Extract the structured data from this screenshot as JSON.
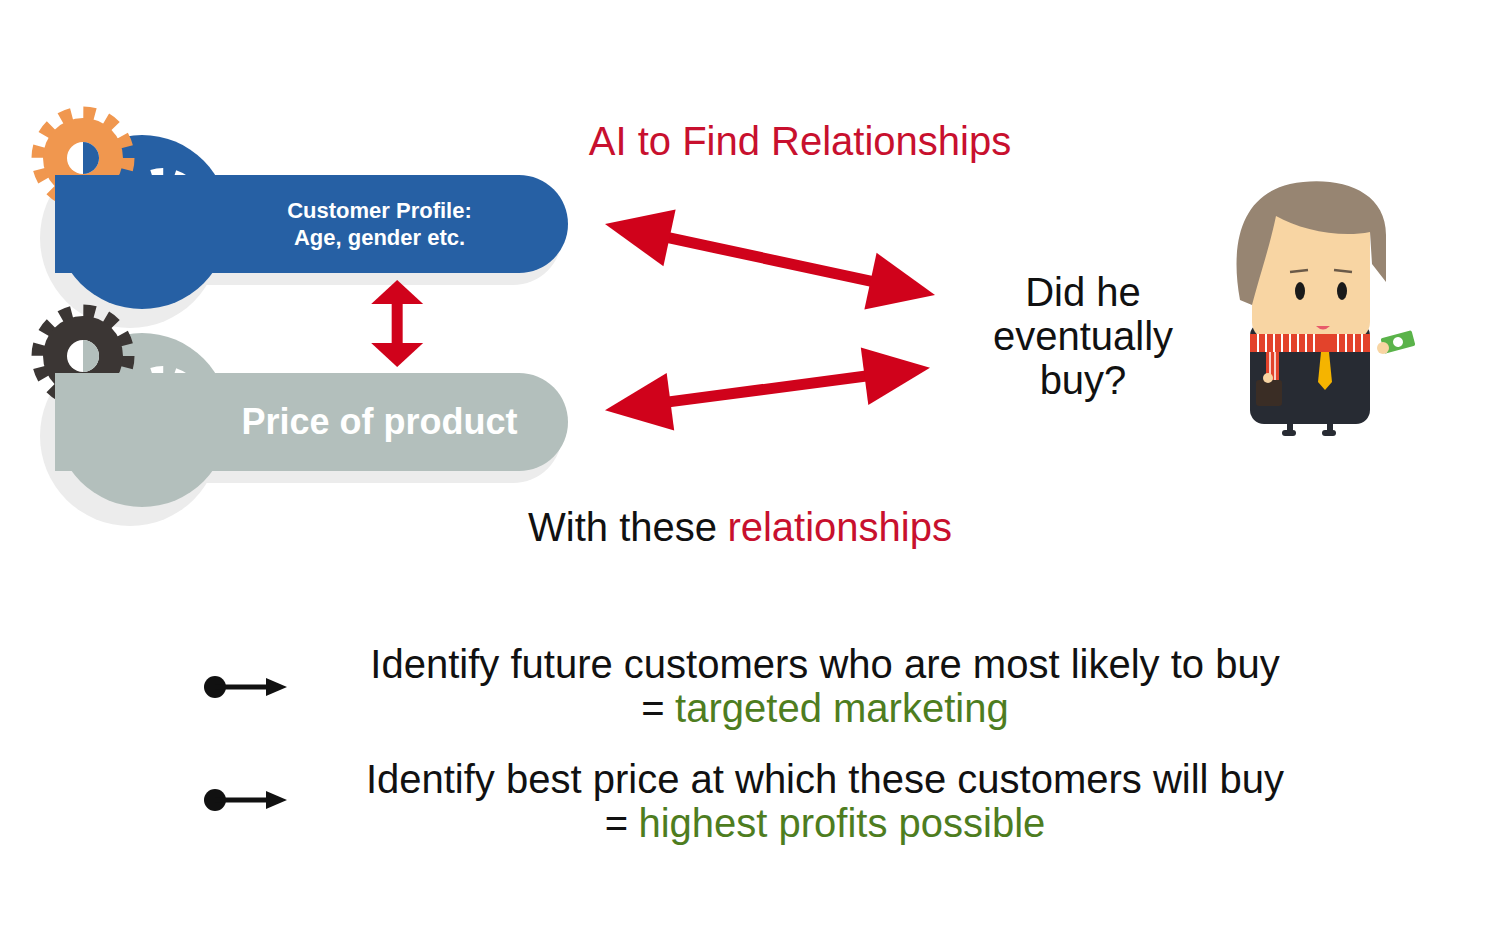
{
  "diagram": {
    "title": "AI to Find Relationships",
    "nodes": [
      {
        "text": [
          "Customer Profile: Age, gender etc."
        ]
      },
      {
        "text": [
          "Price of product"
        ]
      },
      {
        "text": [
          "Did he eventually buy?"
        ]
      }
    ],
    "edges": [
      {
        "from": 0,
        "to": 1,
        "arrow": "both"
      },
      {
        "from": 0,
        "to": 2,
        "arrow": "both"
      },
      {
        "from": 1,
        "to": 2,
        "arrow": "both"
      }
    ],
    "labels": [
      "With these",
      "relationships",
      "Identify future customers who are most likely to buy =",
      "targeted marketing",
      "Identify best price at which these customers will buy =",
      "highest profits possible"
    ]
  }
}
